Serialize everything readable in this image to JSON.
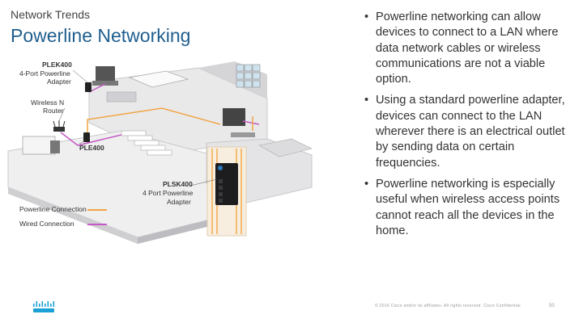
{
  "header": {
    "section": "Network Trends",
    "title": "Powerline Networking"
  },
  "bullets": [
    "Powerline networking can allow devices to connect to a LAN where data network cables or wireless communications are not a viable option.",
    "Using a standard powerline adapter, devices can connect to the LAN wherever there is an electrical outlet by sending data on certain frequencies.",
    "Powerline networking is especially useful when wireless access points cannot reach all the devices in the home."
  ],
  "illustration": {
    "callouts": {
      "plek400_title": "PLEK400",
      "plek400_line1": "4-Port Powerline",
      "plek400_line2": "Adapter",
      "router_line1": "Wireless N",
      "router_line2": "Router",
      "ple400": "PLE400",
      "plsk400_title": "PLSK400",
      "plsk400_line1": "4 Port Powerline",
      "plsk400_line2": "Adapter"
    },
    "legend": {
      "powerline": "Powerline Connection",
      "wired": "Wired Connection"
    }
  },
  "colors": {
    "title": "#1f5e8e",
    "powerline": "#f2a544",
    "wired": "#c45bc4",
    "cisco_logo": "#1ba0d7"
  },
  "footer": {
    "copyright": "© 2016 Cisco and/or its affiliates. All rights reserved. Cisco Confidential",
    "page": "50"
  }
}
